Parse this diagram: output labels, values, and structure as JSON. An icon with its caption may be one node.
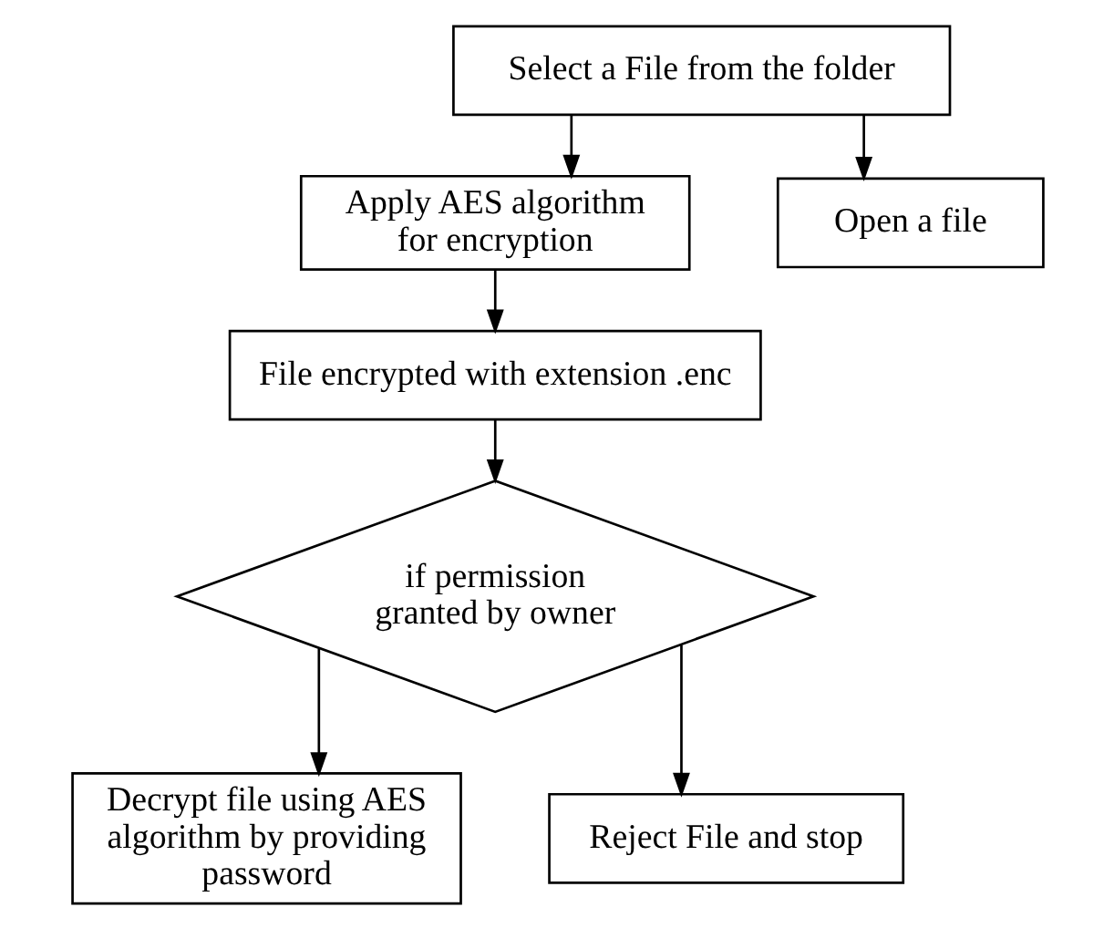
{
  "diagram": {
    "nodes": [
      {
        "text": [
          "Select a File from the folder"
        ]
      },
      {
        "text": [
          "Apply AES algorithm for encryption"
        ]
      },
      {
        "text": [
          "Open a file"
        ]
      },
      {
        "text": [
          "File encrypted with extension .enc"
        ]
      },
      {
        "text": [
          "if permission granted by owner"
        ]
      },
      {
        "text": [
          "Decrypt file using AES algorithm by providing password"
        ]
      },
      {
        "text": [
          "Reject File and stop"
        ]
      }
    ],
    "edges": [
      {
        "from": 0,
        "to": 1,
        "arrow": "to"
      },
      {
        "from": 0,
        "to": 2,
        "arrow": "to"
      },
      {
        "from": 1,
        "to": 3,
        "arrow": "to"
      },
      {
        "from": 3,
        "to": 4,
        "arrow": "to"
      },
      {
        "from": 4,
        "to": 5,
        "arrow": "to"
      },
      {
        "from": 4,
        "to": 6,
        "arrow": "to"
      }
    ]
  }
}
